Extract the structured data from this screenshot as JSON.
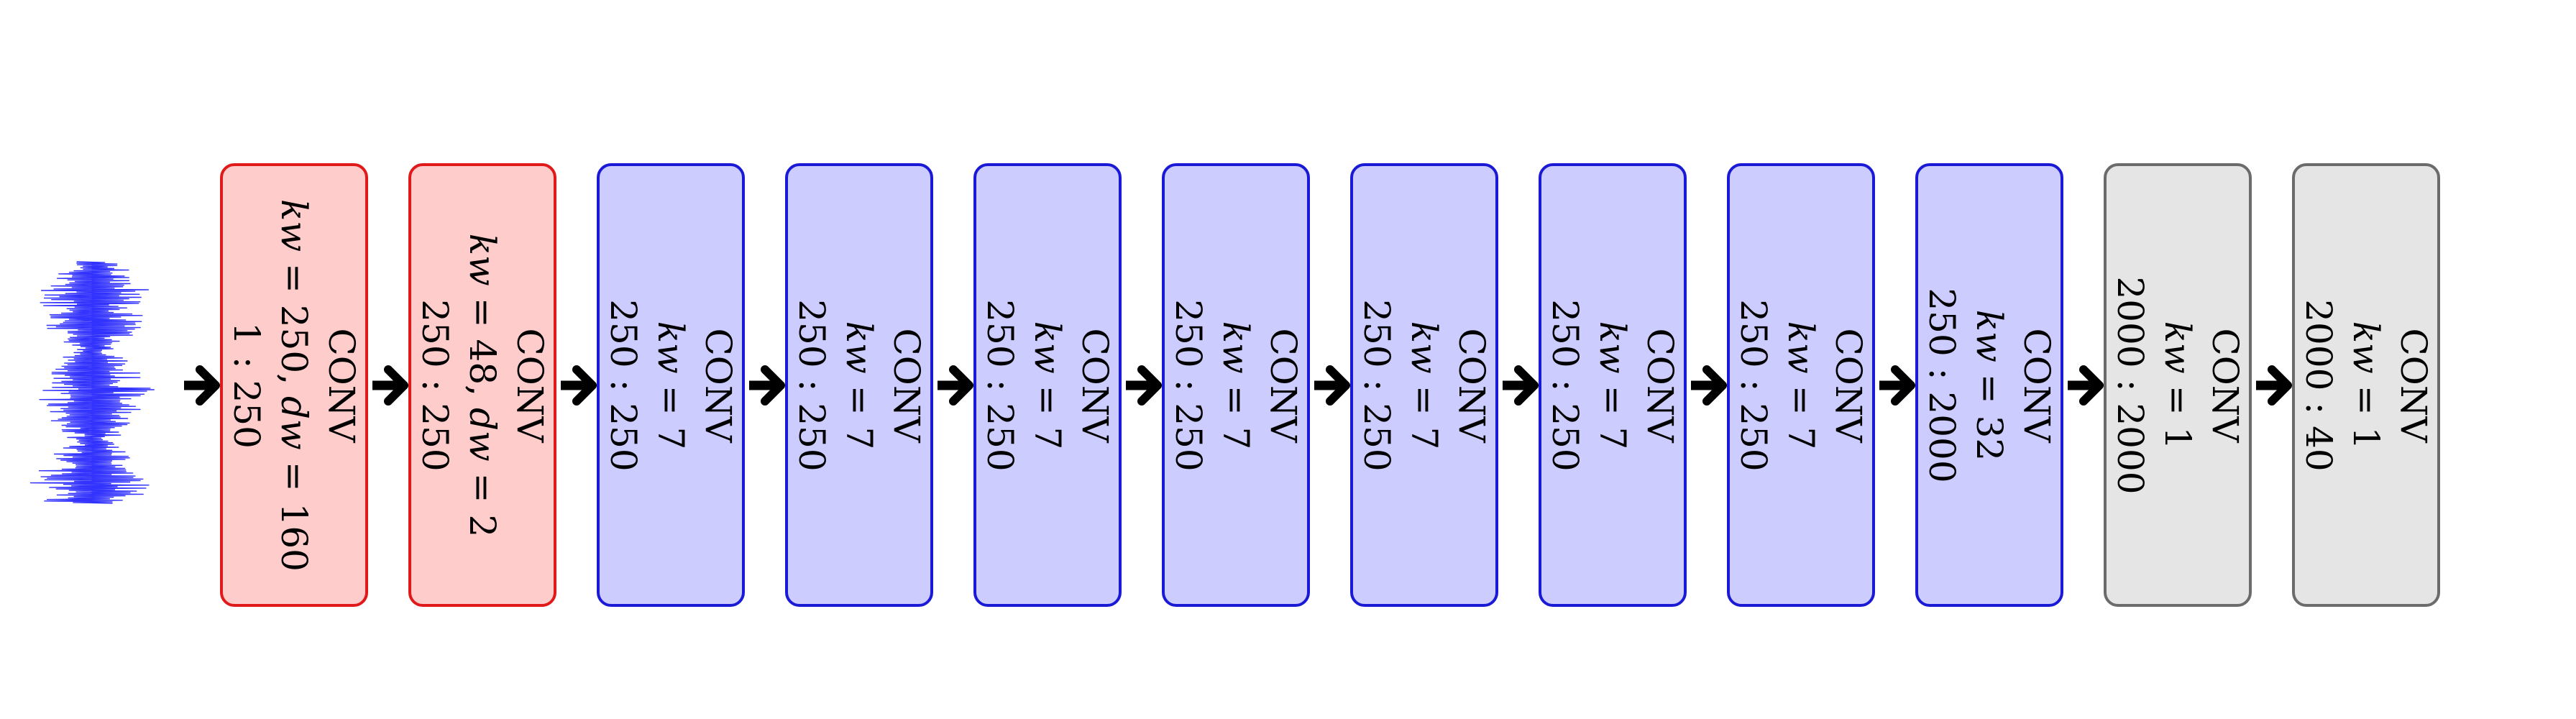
{
  "layers": [
    {
      "style": "red",
      "name": "CONV",
      "kw": "250",
      "dw": "160",
      "io": "1 : 250"
    },
    {
      "style": "red",
      "name": "CONV",
      "kw": "48",
      "dw": "2",
      "io": "250 : 250"
    },
    {
      "style": "blue",
      "name": "CONV",
      "kw": "7",
      "dw": "",
      "io": "250 : 250"
    },
    {
      "style": "blue",
      "name": "CONV",
      "kw": "7",
      "dw": "",
      "io": "250 : 250"
    },
    {
      "style": "blue",
      "name": "CONV",
      "kw": "7",
      "dw": "",
      "io": "250 : 250"
    },
    {
      "style": "blue",
      "name": "CONV",
      "kw": "7",
      "dw": "",
      "io": "250 : 250"
    },
    {
      "style": "blue",
      "name": "CONV",
      "kw": "7",
      "dw": "",
      "io": "250 : 250"
    },
    {
      "style": "blue",
      "name": "CONV",
      "kw": "7",
      "dw": "",
      "io": "250 : 250"
    },
    {
      "style": "blue",
      "name": "CONV",
      "kw": "7",
      "dw": "",
      "io": "250 : 250"
    },
    {
      "style": "blue",
      "name": "CONV",
      "kw": "32",
      "dw": "",
      "io": "250 : 2000"
    },
    {
      "style": "gray",
      "name": "CONV",
      "kw": "1",
      "dw": "",
      "io": "2000 : 2000"
    },
    {
      "style": "gray",
      "name": "CONV",
      "kw": "1",
      "dw": "",
      "io": "2000 : 40"
    }
  ],
  "colors": {
    "red_fill": "#ffcccc",
    "red_border": "#e01a1a",
    "blue_fill": "#ccccff",
    "blue_border": "#1a1ad6",
    "gray_fill": "#e5e5e5",
    "gray_border": "#6b6b6b",
    "waveform": "#3333ff",
    "arrow": "#000000"
  },
  "icons": {
    "input": "waveform-icon",
    "connector": "arrow-right-icon"
  }
}
